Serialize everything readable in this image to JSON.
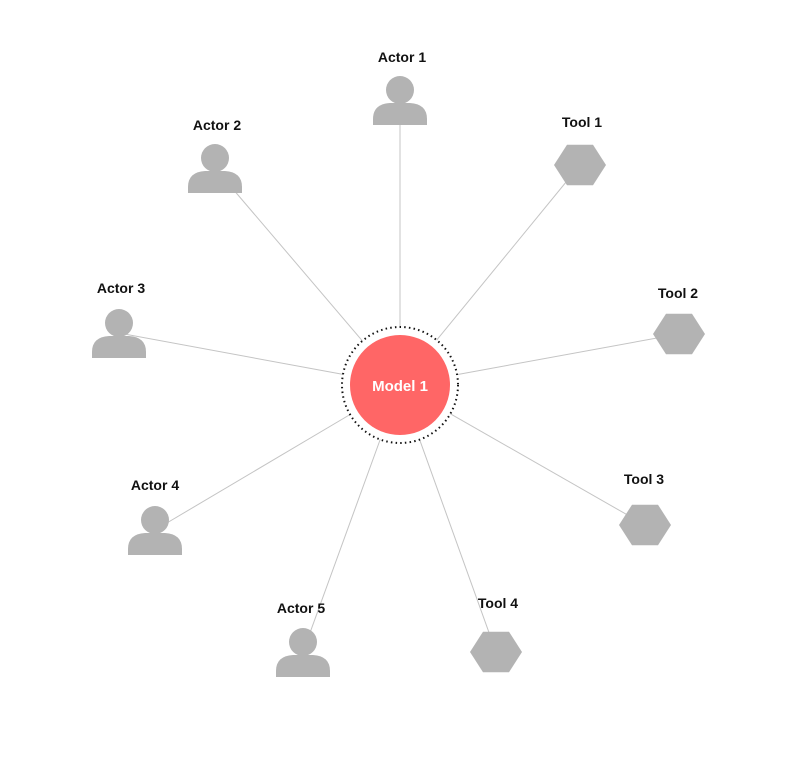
{
  "colors": {
    "center_fill": "#ff6666",
    "center_ring": "#111111",
    "node_fill": "#b3b3b3",
    "edge": "#c4c4c4",
    "label": "#111111"
  },
  "center": {
    "label": "Model 1"
  },
  "actors": [
    {
      "label": "Actor 1",
      "icon": "person-icon"
    },
    {
      "label": "Actor 2",
      "icon": "person-icon"
    },
    {
      "label": "Actor 3",
      "icon": "person-icon"
    },
    {
      "label": "Actor 4",
      "icon": "person-icon"
    },
    {
      "label": "Actor 5",
      "icon": "person-icon"
    }
  ],
  "tools": [
    {
      "label": "Tool 1",
      "icon": "hexagon-icon"
    },
    {
      "label": "Tool 2",
      "icon": "hexagon-icon"
    },
    {
      "label": "Tool 3",
      "icon": "hexagon-icon"
    },
    {
      "label": "Tool 4",
      "icon": "hexagon-icon"
    }
  ]
}
